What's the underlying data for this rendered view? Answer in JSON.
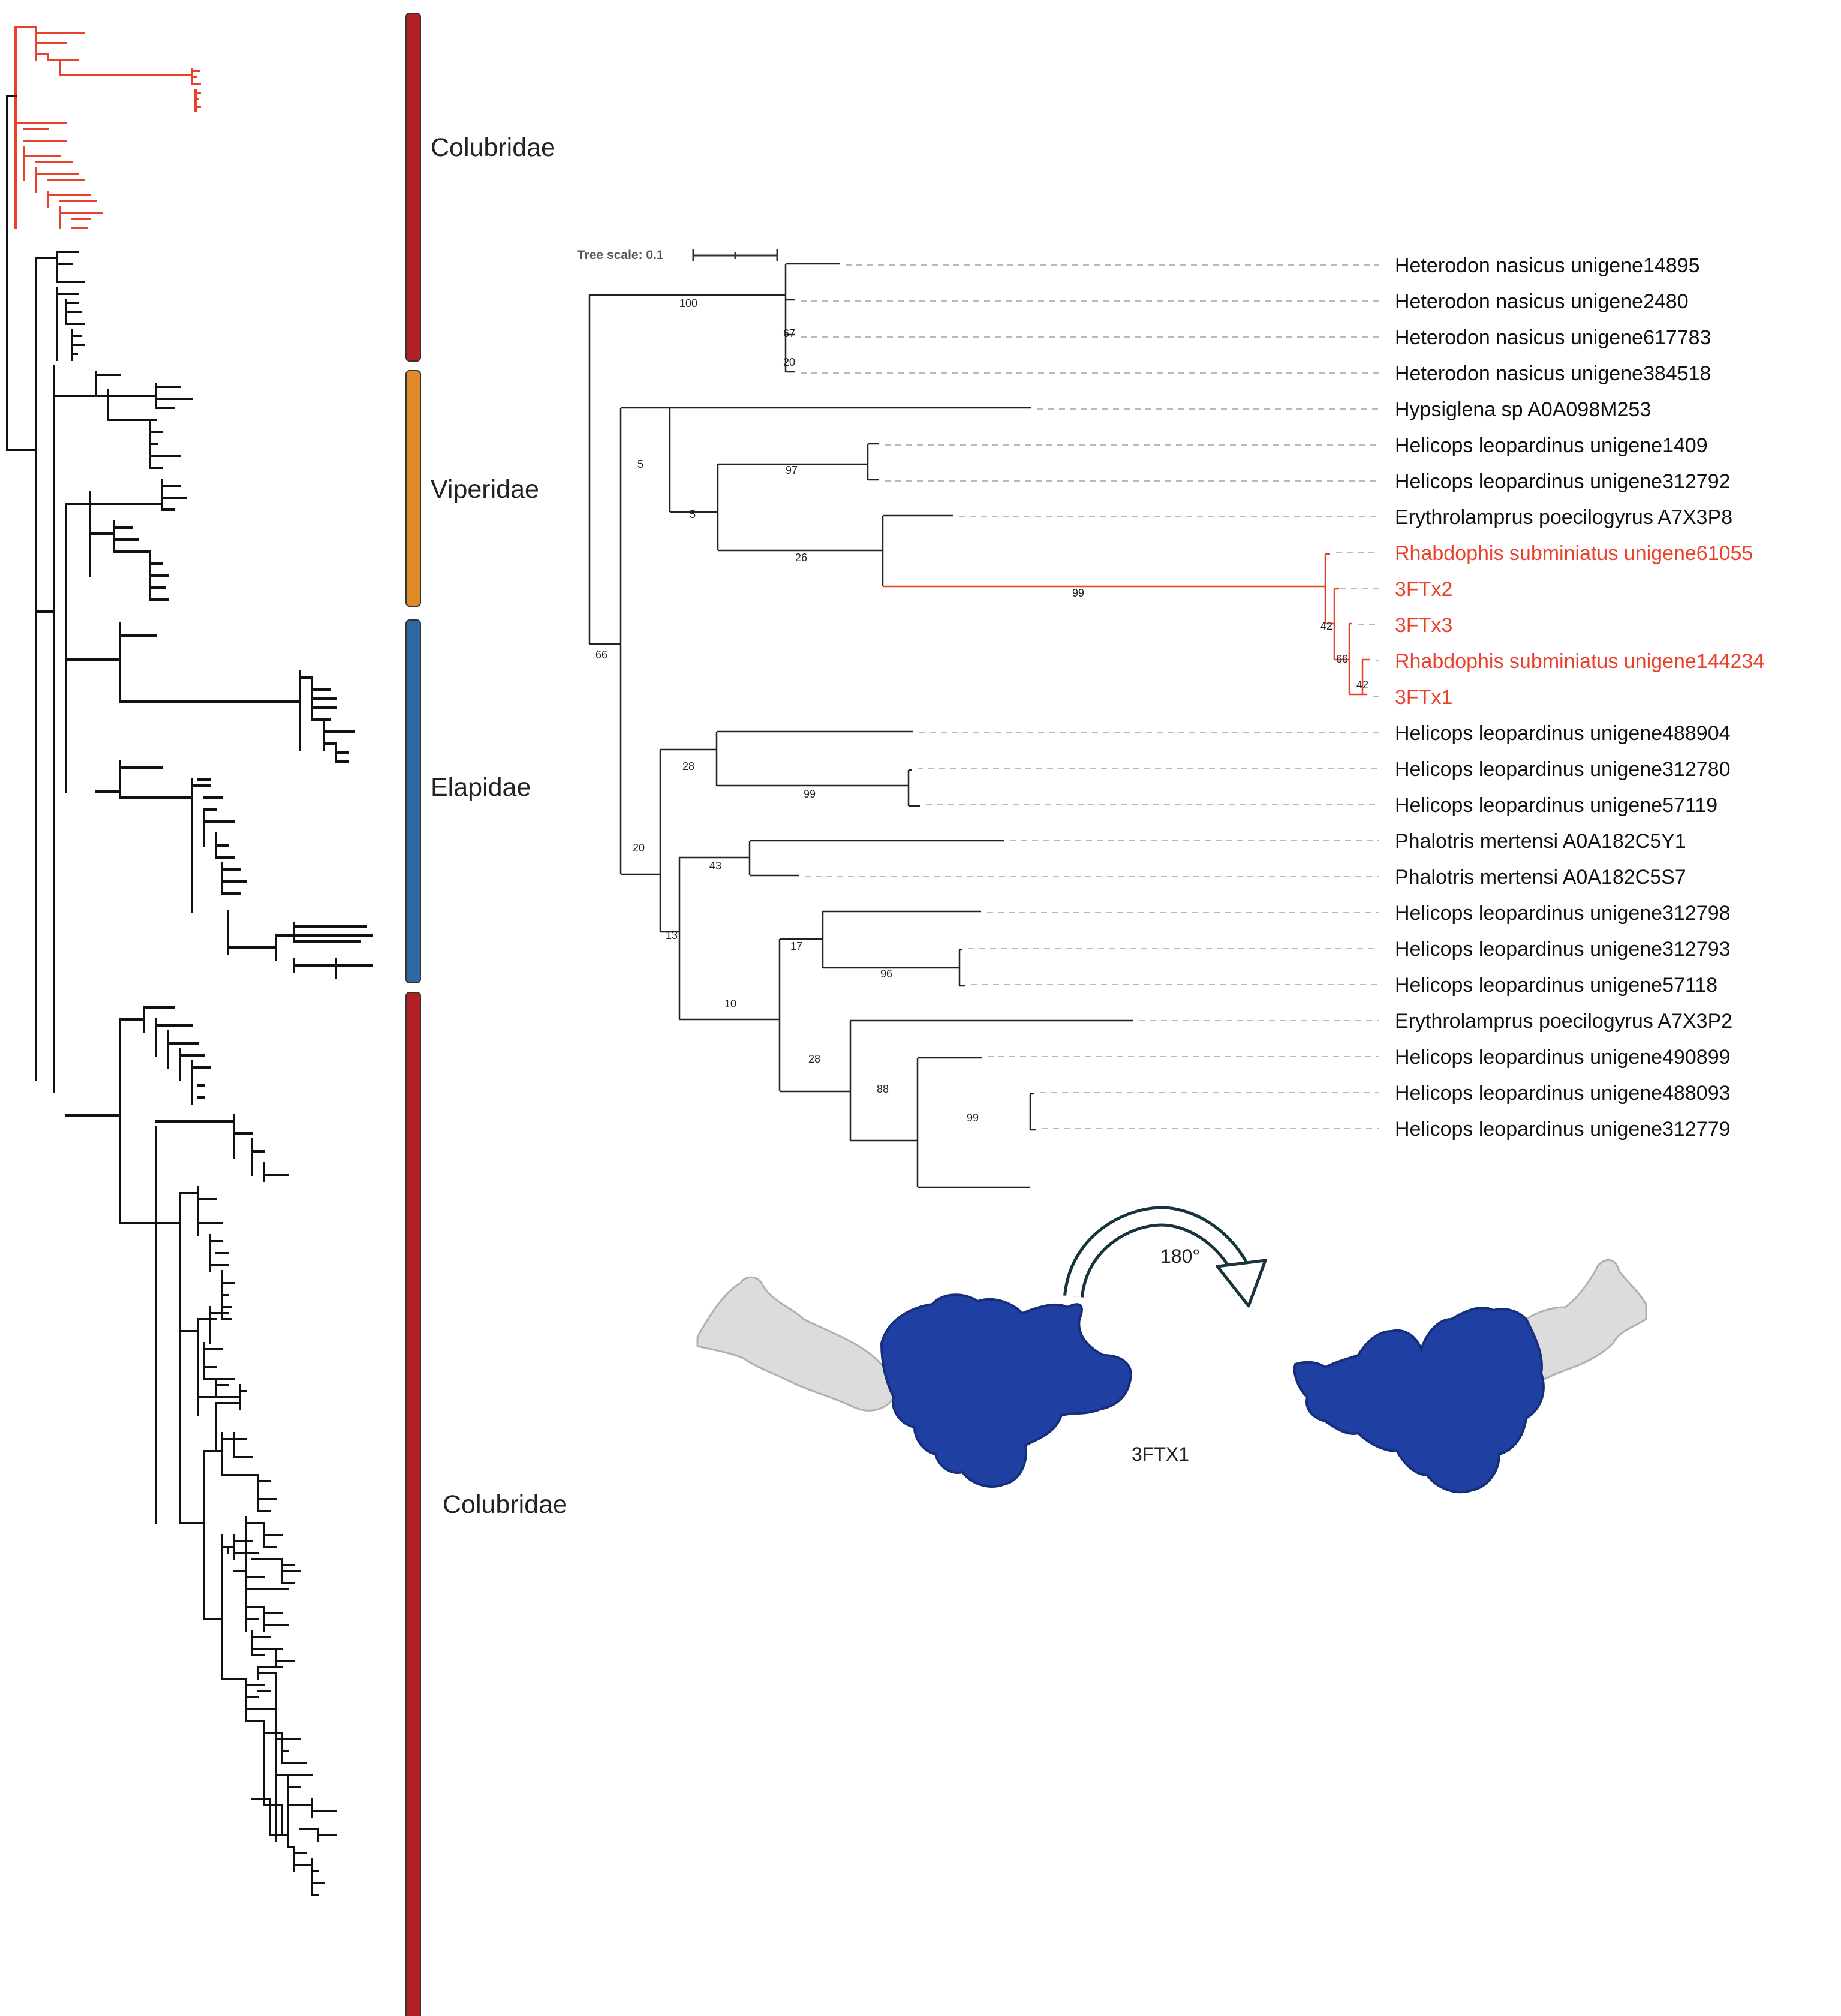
{
  "colors": {
    "highlight": "#e8402a",
    "colubridae_bar": "#b21f24",
    "viperidae_bar": "#e08a2a",
    "elapidae_bar": "#2e6aa1",
    "protein_surface": "#1f3fa3",
    "protein_tail": "#dcdcdc"
  },
  "families": {
    "colubridae_top": "Colubridae",
    "viperidae": "Viperidae",
    "elapidae": "Elapidae",
    "colubridae_bottom": "Colubridae"
  },
  "tree": {
    "scale_label": "Tree scale: 0.1",
    "leaves": [
      {
        "label": "Heterodon nasicus unigene14895",
        "highlight": false
      },
      {
        "label": "Heterodon nasicus unigene2480",
        "highlight": false
      },
      {
        "label": "Heterodon nasicus unigene617783",
        "highlight": false
      },
      {
        "label": "Heterodon nasicus unigene384518",
        "highlight": false
      },
      {
        "label": "Hypsiglena sp A0A098M253",
        "highlight": false
      },
      {
        "label": "Helicops leopardinus unigene1409",
        "highlight": false
      },
      {
        "label": "Helicops leopardinus unigene312792",
        "highlight": false
      },
      {
        "label": "Erythrolamprus poecilogyrus A7X3P8",
        "highlight": false
      },
      {
        "label": "Rhabdophis subminiatus unigene61055",
        "highlight": true
      },
      {
        "label": "3FTx2",
        "highlight": true
      },
      {
        "label": "3FTx3",
        "highlight": true
      },
      {
        "label": "Rhabdophis subminiatus unigene144234",
        "highlight": true
      },
      {
        "label": "3FTx1",
        "highlight": true
      },
      {
        "label": "Helicops leopardinus unigene488904",
        "highlight": false
      },
      {
        "label": "Helicops leopardinus unigene312780",
        "highlight": false
      },
      {
        "label": "Helicops leopardinus unigene57119",
        "highlight": false
      },
      {
        "label": "Phalotris mertensi A0A182C5Y1",
        "highlight": false
      },
      {
        "label": "Phalotris mertensi A0A182C5S7",
        "highlight": false
      },
      {
        "label": "Helicops leopardinus unigene312798",
        "highlight": false
      },
      {
        "label": "Helicops leopardinus unigene312793",
        "highlight": false
      },
      {
        "label": "Helicops leopardinus unigene57118",
        "highlight": false
      },
      {
        "label": "Erythrolamprus poecilogyrus A7X3P2",
        "highlight": false
      },
      {
        "label": "Helicops leopardinus unigene490899",
        "highlight": false
      },
      {
        "label": "Helicops leopardinus unigene488093",
        "highlight": false
      },
      {
        "label": "Helicops leopardinus unigene312779",
        "highlight": false
      }
    ],
    "bootstrap": {
      "b100": "100",
      "b67": "67",
      "b20a": "20",
      "b5a": "5",
      "b97": "97",
      "b5b": "5",
      "b26": "26",
      "b99a": "99",
      "b42a": "42",
      "b66a": "66",
      "b42b": "42",
      "b66b": "66",
      "b28": "28",
      "b99b": "99",
      "b20b": "20",
      "b43": "43",
      "b13": "13",
      "b17": "17",
      "b96": "96",
      "b10": "10",
      "b28b": "28",
      "b88": "88",
      "b99c": "99"
    }
  },
  "structure": {
    "rotation_label": "180°",
    "protein_label": "3FTX1"
  }
}
